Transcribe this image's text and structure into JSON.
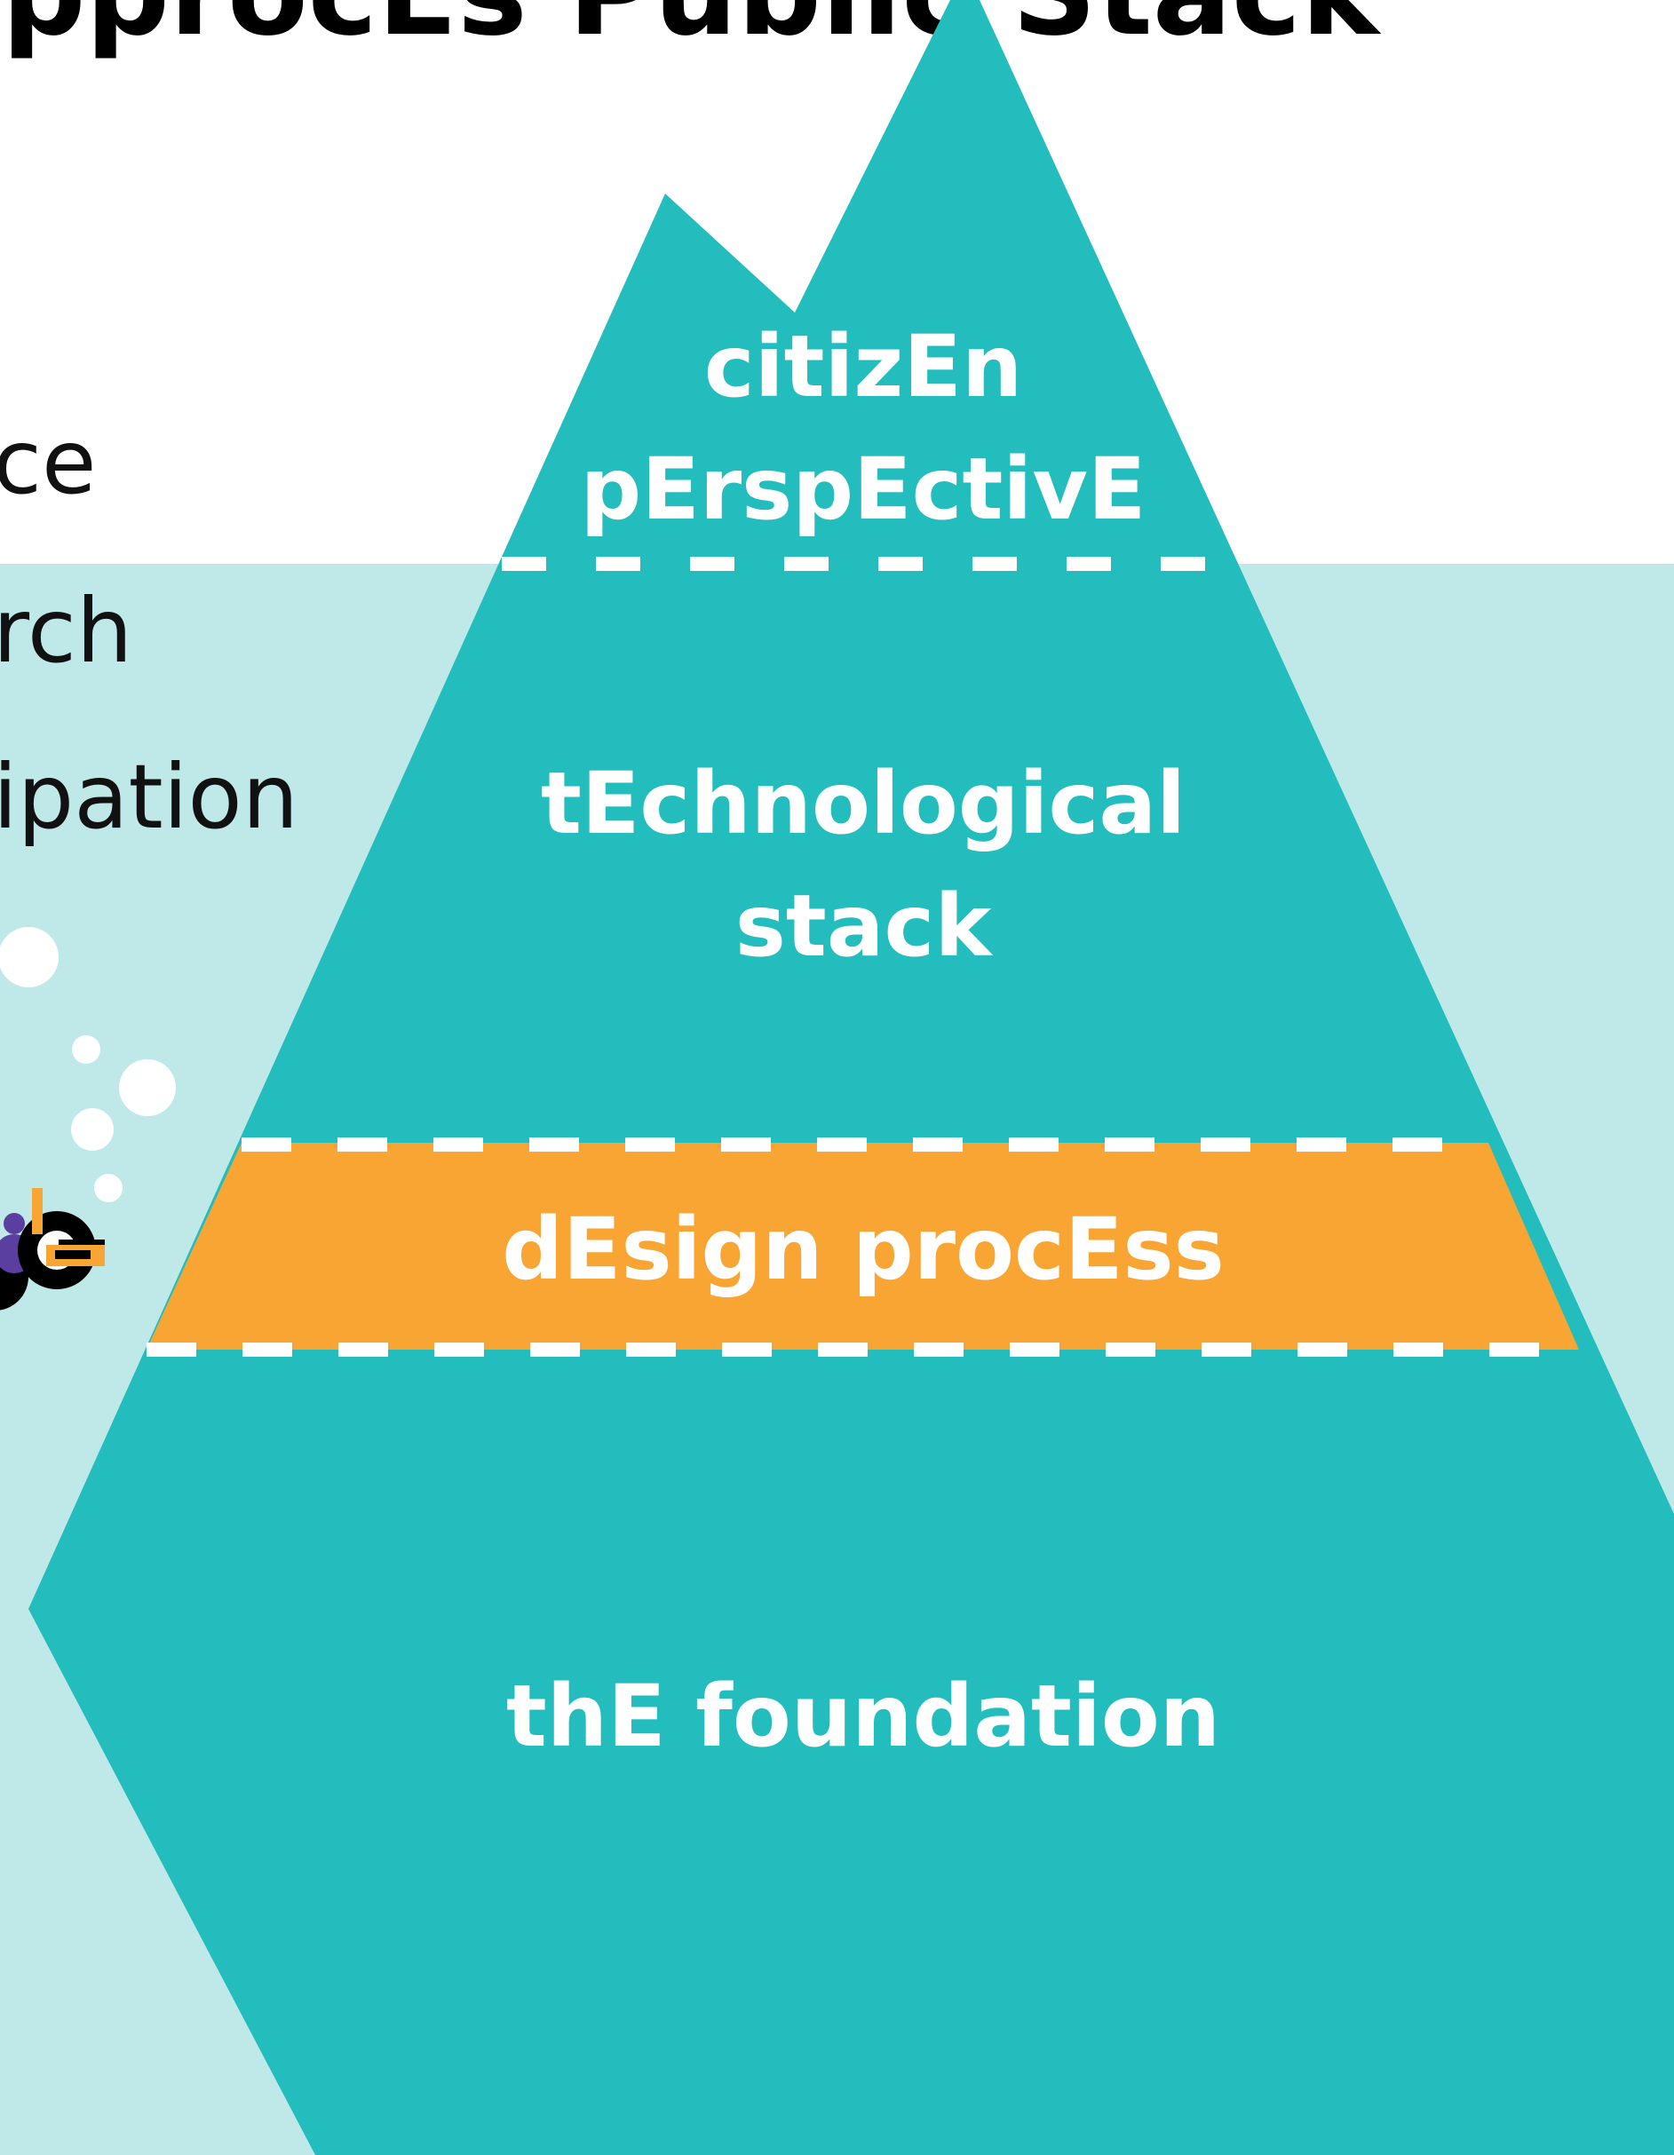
{
  "diagram": {
    "title_fragment": "pprocEs Public Stack",
    "side_labels": [
      "ce",
      "rch",
      "ipation"
    ],
    "layers": [
      {
        "id": "citizen-perspective",
        "lines": [
          "citizEn",
          "pErspEctivE"
        ]
      },
      {
        "id": "technological-stack",
        "lines": [
          "tEchnological",
          "stack"
        ]
      },
      {
        "id": "design-process",
        "lines": [
          "dEsign procEss"
        ]
      },
      {
        "id": "the-foundation",
        "lines": [
          "thE foundation"
        ]
      }
    ],
    "colors": {
      "water": "#bfe9e8",
      "iceberg": "#23bdbd",
      "band": "#f9a533",
      "label_text": "#ffffff",
      "dash": "#ffffff",
      "heading_text": "#000000",
      "diver_purple": "#5b3fa0",
      "diver_black": "#000000",
      "diver_orange": "#f9a533"
    },
    "icons": [
      "bubble-icon",
      "diver-icon"
    ]
  }
}
